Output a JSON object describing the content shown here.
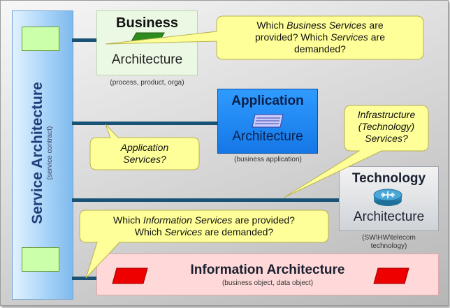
{
  "service": {
    "title": "Service Architecture",
    "subtitle": "(service contract)"
  },
  "business": {
    "title": "Business",
    "label": "Architecture",
    "note": "(process, product, orga)"
  },
  "application": {
    "title": "Application",
    "label": "Architecture",
    "note": "(business application)"
  },
  "technology": {
    "title": "Technology",
    "label": "Architecture",
    "note_line1": "(SW\\HW\\telecom",
    "note_line2": "technology)"
  },
  "information": {
    "title": "Information Architecture",
    "note": "(business object, data object)"
  },
  "callouts": {
    "business_q": {
      "l1a": "Which ",
      "l1b": "Business Services",
      "l1c": " are",
      "l2a": "provided? Which ",
      "l2b": "Services",
      "l2c": " are",
      "l3": "demanded?"
    },
    "application_s": {
      "l1": "Application",
      "l2": "Services?"
    },
    "infrastructure_s": {
      "l1": "Infrastructure",
      "l2": "(Technology)",
      "l3": "Services?"
    },
    "information_q": {
      "l1a": "Which ",
      "l1b": "Information Services",
      "l1c": " are provided?",
      "l2a": "Which ",
      "l2b": "Services",
      "l2c": " are demanded?"
    }
  },
  "colors": {
    "callout_fill": "#ffff99",
    "service_bar": "#a9d4f8",
    "application_box": "#1e90ff",
    "information_box": "#ffd8d8",
    "connector": "#1a5276"
  },
  "icons": [
    "green-parallelogram-icon",
    "blue-stack-icon",
    "router-icon",
    "red-parallelogram-icon"
  ]
}
